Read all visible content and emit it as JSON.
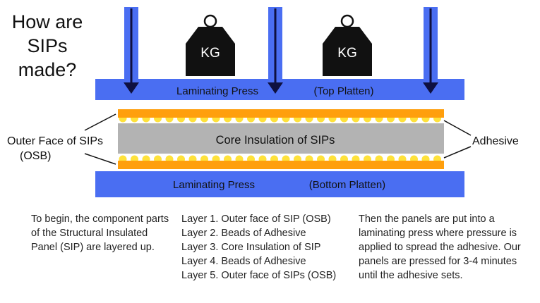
{
  "title_lines": [
    "How are",
    "SIPs",
    "made?"
  ],
  "weights": [
    {
      "label": "KG"
    },
    {
      "label": "KG"
    }
  ],
  "top_platten": {
    "left_label": "Laminating Press",
    "right_label": "(Top Platten)"
  },
  "bottom_platten": {
    "left_label": "Laminating Press",
    "right_label": "(Bottom Platten)"
  },
  "core_label": "Core Insulation of SIPs",
  "outer_face_label_lines": [
    "Outer Face of SIPs",
    "(OSB)"
  ],
  "adhesive_label": "Adhesive",
  "intro_text": "To begin, the component parts of the Structural Insulated Panel (SIP) are layered up.",
  "layers": [
    "Layer 1. Outer face of SIP (OSB)",
    "Layer 2. Beads of Adhesive",
    "Layer 3. Core Insulation of SIP",
    "Layer 4. Beads of Adhesive",
    "Layer 5. Outer face of SIPs (OSB)"
  ],
  "process_text": "Then the panels are put into a laminating press where pressure is applied to spread the adhesive. Our panels are pressed for 3-4 minutes until the adhesive sets.",
  "colors": {
    "press_blue": "#4a6ef2",
    "osb_orange": "#ff9f0d",
    "adhesive_yellow": "#ffe23a",
    "core_gray": "#b3b3b3",
    "weight_black": "#111111",
    "arrow_dark": "#0e1040"
  },
  "icons": [
    "kg-weight-icon",
    "down-arrow-icon"
  ]
}
